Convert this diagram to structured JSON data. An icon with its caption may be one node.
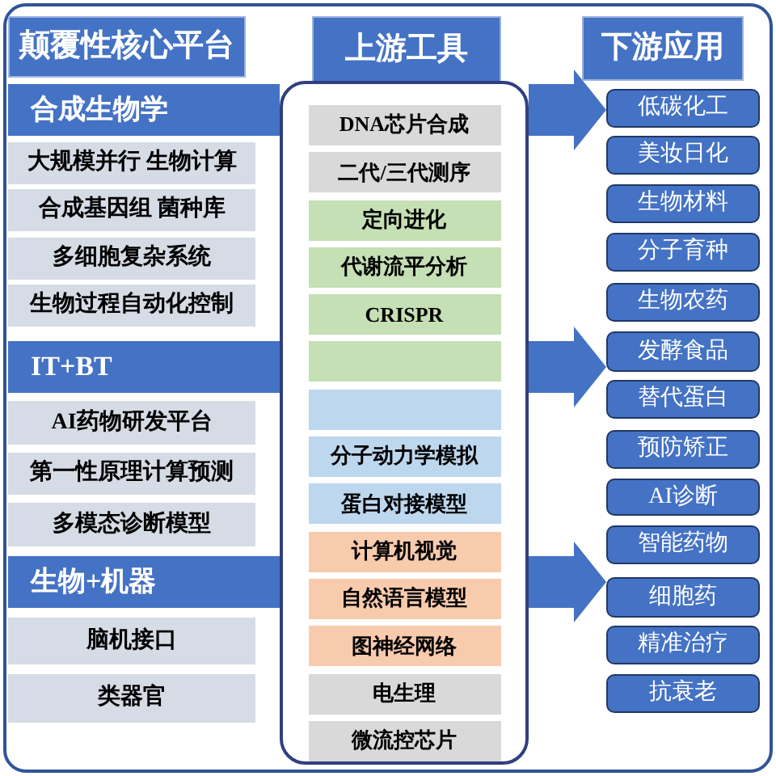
{
  "diagram": {
    "nodes": [
      {
        "text": [
          "颠覆性核心平台"
        ]
      },
      {
        "text": [
          "合成生物学"
        ]
      },
      {
        "text": [
          "大规模并行 生物计算"
        ]
      },
      {
        "text": [
          "合成基因组 菌种库"
        ]
      },
      {
        "text": [
          "多细胞复杂系统"
        ]
      },
      {
        "text": [
          "生物过程自动化控制"
        ]
      },
      {
        "text": [
          "IT+BT"
        ]
      },
      {
        "text": [
          "AI药物研发平台"
        ]
      },
      {
        "text": [
          "第一性原理计算预测"
        ]
      },
      {
        "text": [
          "多模态诊断模型"
        ]
      },
      {
        "text": [
          "生物+机器"
        ]
      },
      {
        "text": [
          "脑机接口"
        ]
      },
      {
        "text": [
          "类器官"
        ]
      },
      {
        "text": [
          "上游工具"
        ]
      },
      {
        "text": [],
        "shape": "box"
      },
      {
        "text": [
          "DNA芯片合成"
        ],
        "in": 14
      },
      {
        "text": [
          "二代/三代测序"
        ],
        "in": 14
      },
      {
        "text": [
          "定向进化"
        ],
        "in": 14
      },
      {
        "text": [
          "代谢流平分析"
        ],
        "in": 14
      },
      {
        "text": [
          "CRISPR"
        ],
        "in": 14
      },
      {
        "text": [],
        "shape": "box",
        "in": 14
      },
      {
        "text": [],
        "shape": "box",
        "in": 14
      },
      {
        "text": [
          "分子动力学模拟"
        ],
        "in": 14
      },
      {
        "text": [
          "蛋白对接模型"
        ],
        "in": 14
      },
      {
        "text": [
          "计算机视觉"
        ],
        "in": 14
      },
      {
        "text": [
          "自然语言模型"
        ],
        "in": 14
      },
      {
        "text": [
          "图神经网络"
        ],
        "in": 14
      },
      {
        "text": [
          "电生理"
        ],
        "in": 14
      },
      {
        "text": [
          "微流控芯片"
        ],
        "in": 14
      },
      {
        "text": [
          "下游应用"
        ]
      },
      {
        "text": [
          "低碳化工"
        ]
      },
      {
        "text": [
          "美妆日化"
        ]
      },
      {
        "text": [
          "生物材料"
        ]
      },
      {
        "text": [
          "分子育种"
        ]
      },
      {
        "text": [
          "生物农药"
        ]
      },
      {
        "text": [
          "发酵食品"
        ]
      },
      {
        "text": [
          "替代蛋白"
        ]
      },
      {
        "text": [
          "预防矫正"
        ]
      },
      {
        "text": [
          "AI诊断"
        ]
      },
      {
        "text": [
          "智能药物"
        ]
      },
      {
        "text": [
          "细胞药"
        ]
      },
      {
        "text": [
          "精准治疗"
        ]
      },
      {
        "text": [
          "抗衰老"
        ]
      }
    ],
    "edges": [
      {
        "from": 1,
        "to": 30,
        "arrow": "to",
        "style": "thick"
      },
      {
        "from": 6,
        "to": 35,
        "arrow": "to",
        "style": "thick"
      },
      {
        "from": 10,
        "to": 40,
        "arrow": "to",
        "style": "thick"
      }
    ]
  }
}
